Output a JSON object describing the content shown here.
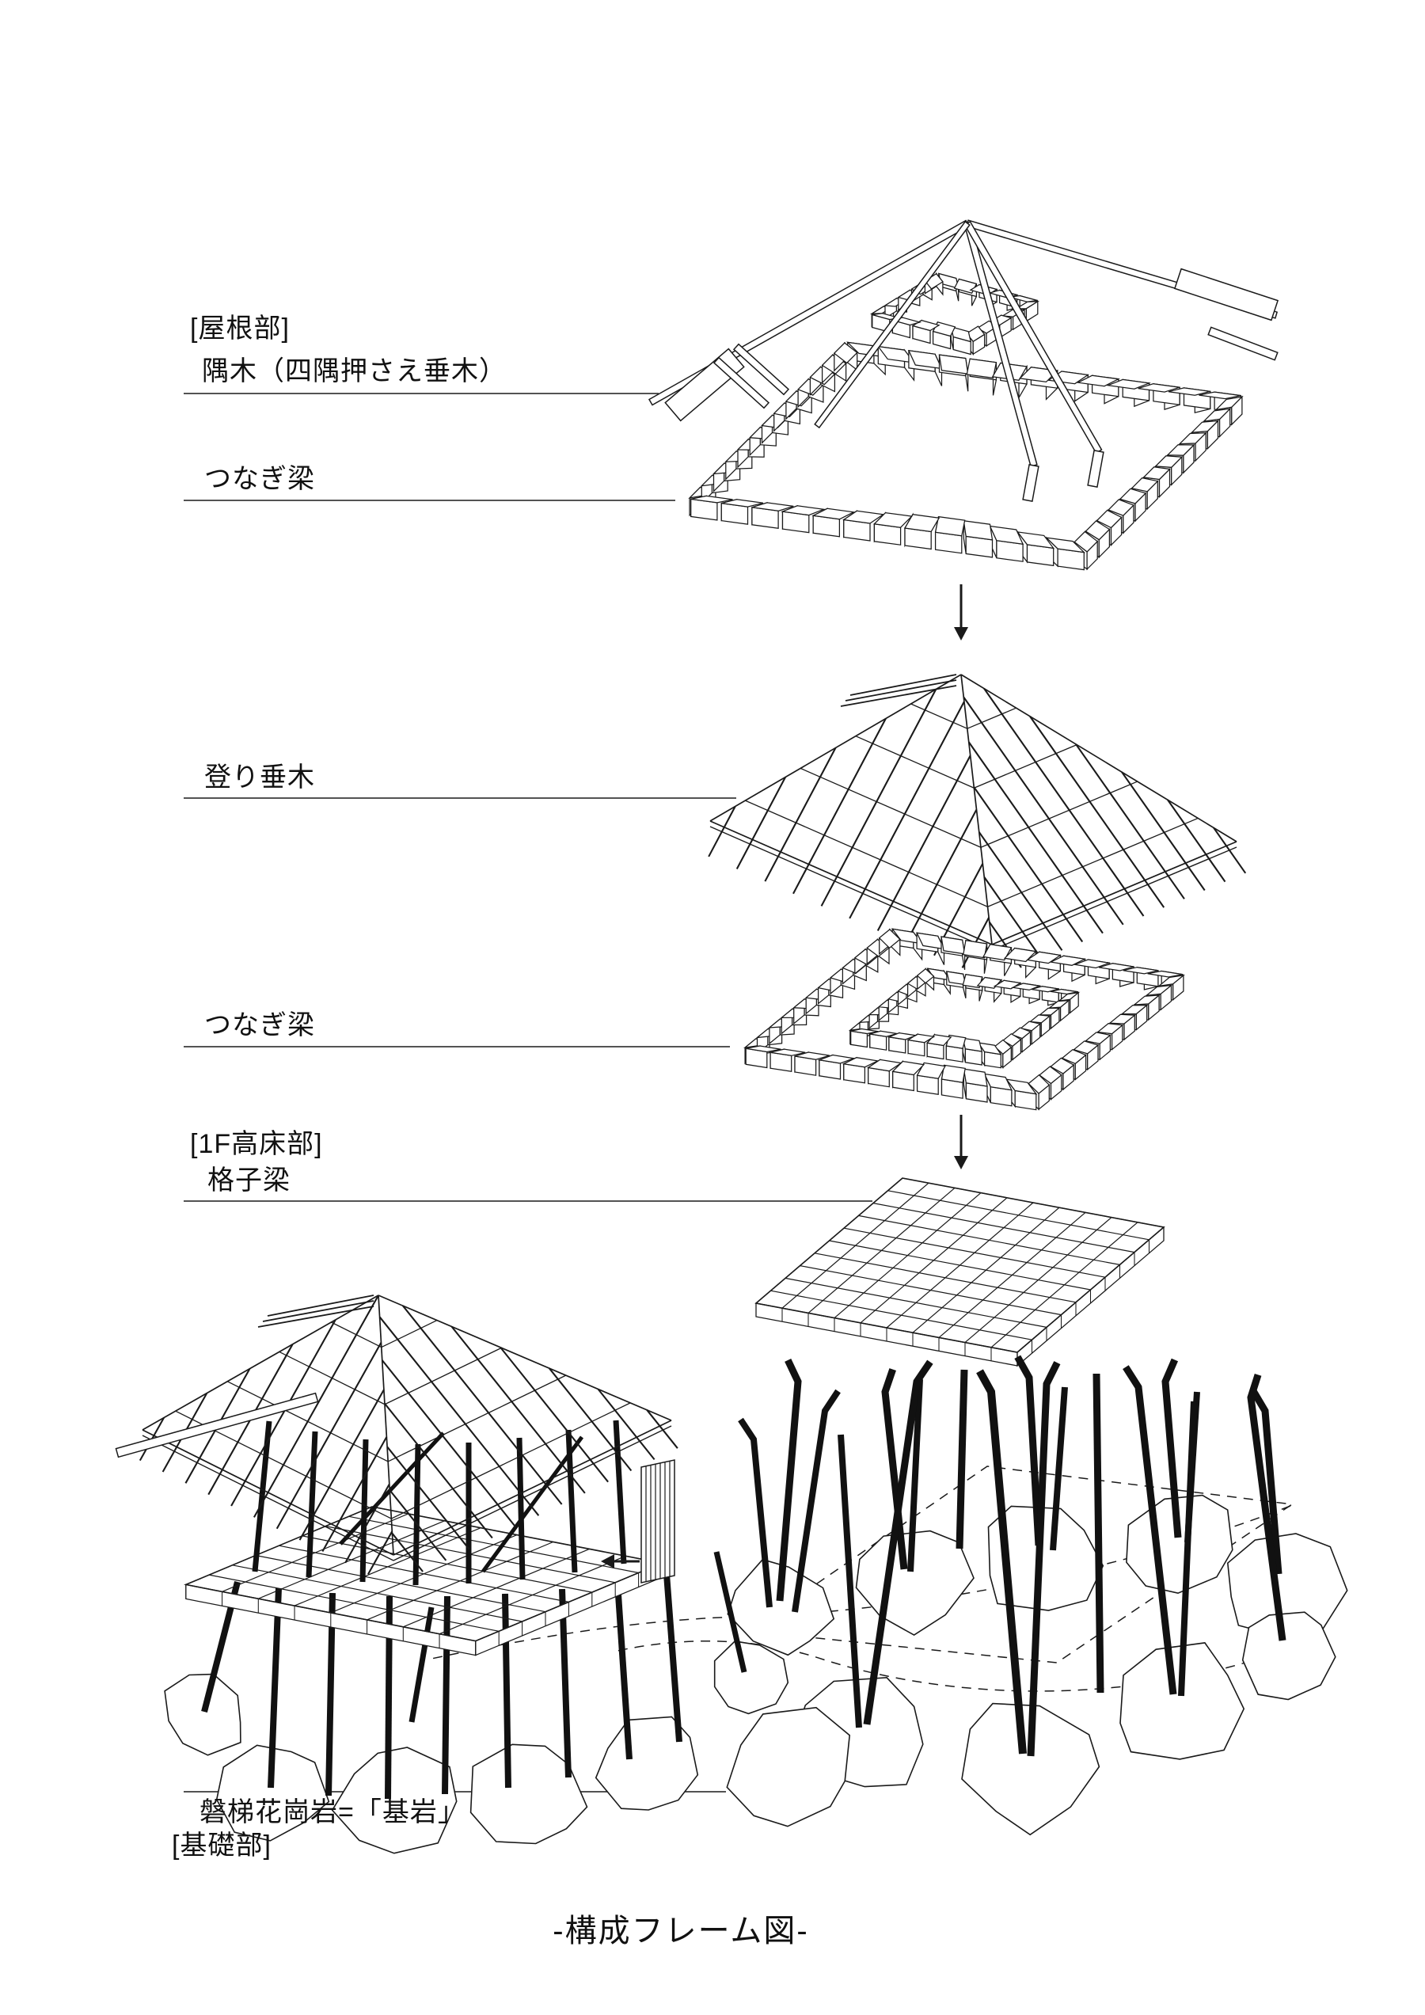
{
  "page": {
    "background": "#ffffff",
    "ink": "#1a1a1a",
    "post_color": "#111111",
    "title": "-構成フレーム図-"
  },
  "annotations": {
    "roof_section": "[屋根部]",
    "corner_rafter": "隅木（四隅押さえ垂木）",
    "tie_beam_upper": "つなぎ梁",
    "climbing_rafter": "登り垂木",
    "tie_beam_lower": "つなぎ梁",
    "raised_floor_section": "[1F高床部]",
    "lattice_beam": "格子梁",
    "bedrock": "磐梯花崗岩=「基岩」",
    "foundation_section": "[基礎部]"
  },
  "icons": {
    "down_arrow": "down-arrow",
    "left_arrow": "left-arrow"
  }
}
